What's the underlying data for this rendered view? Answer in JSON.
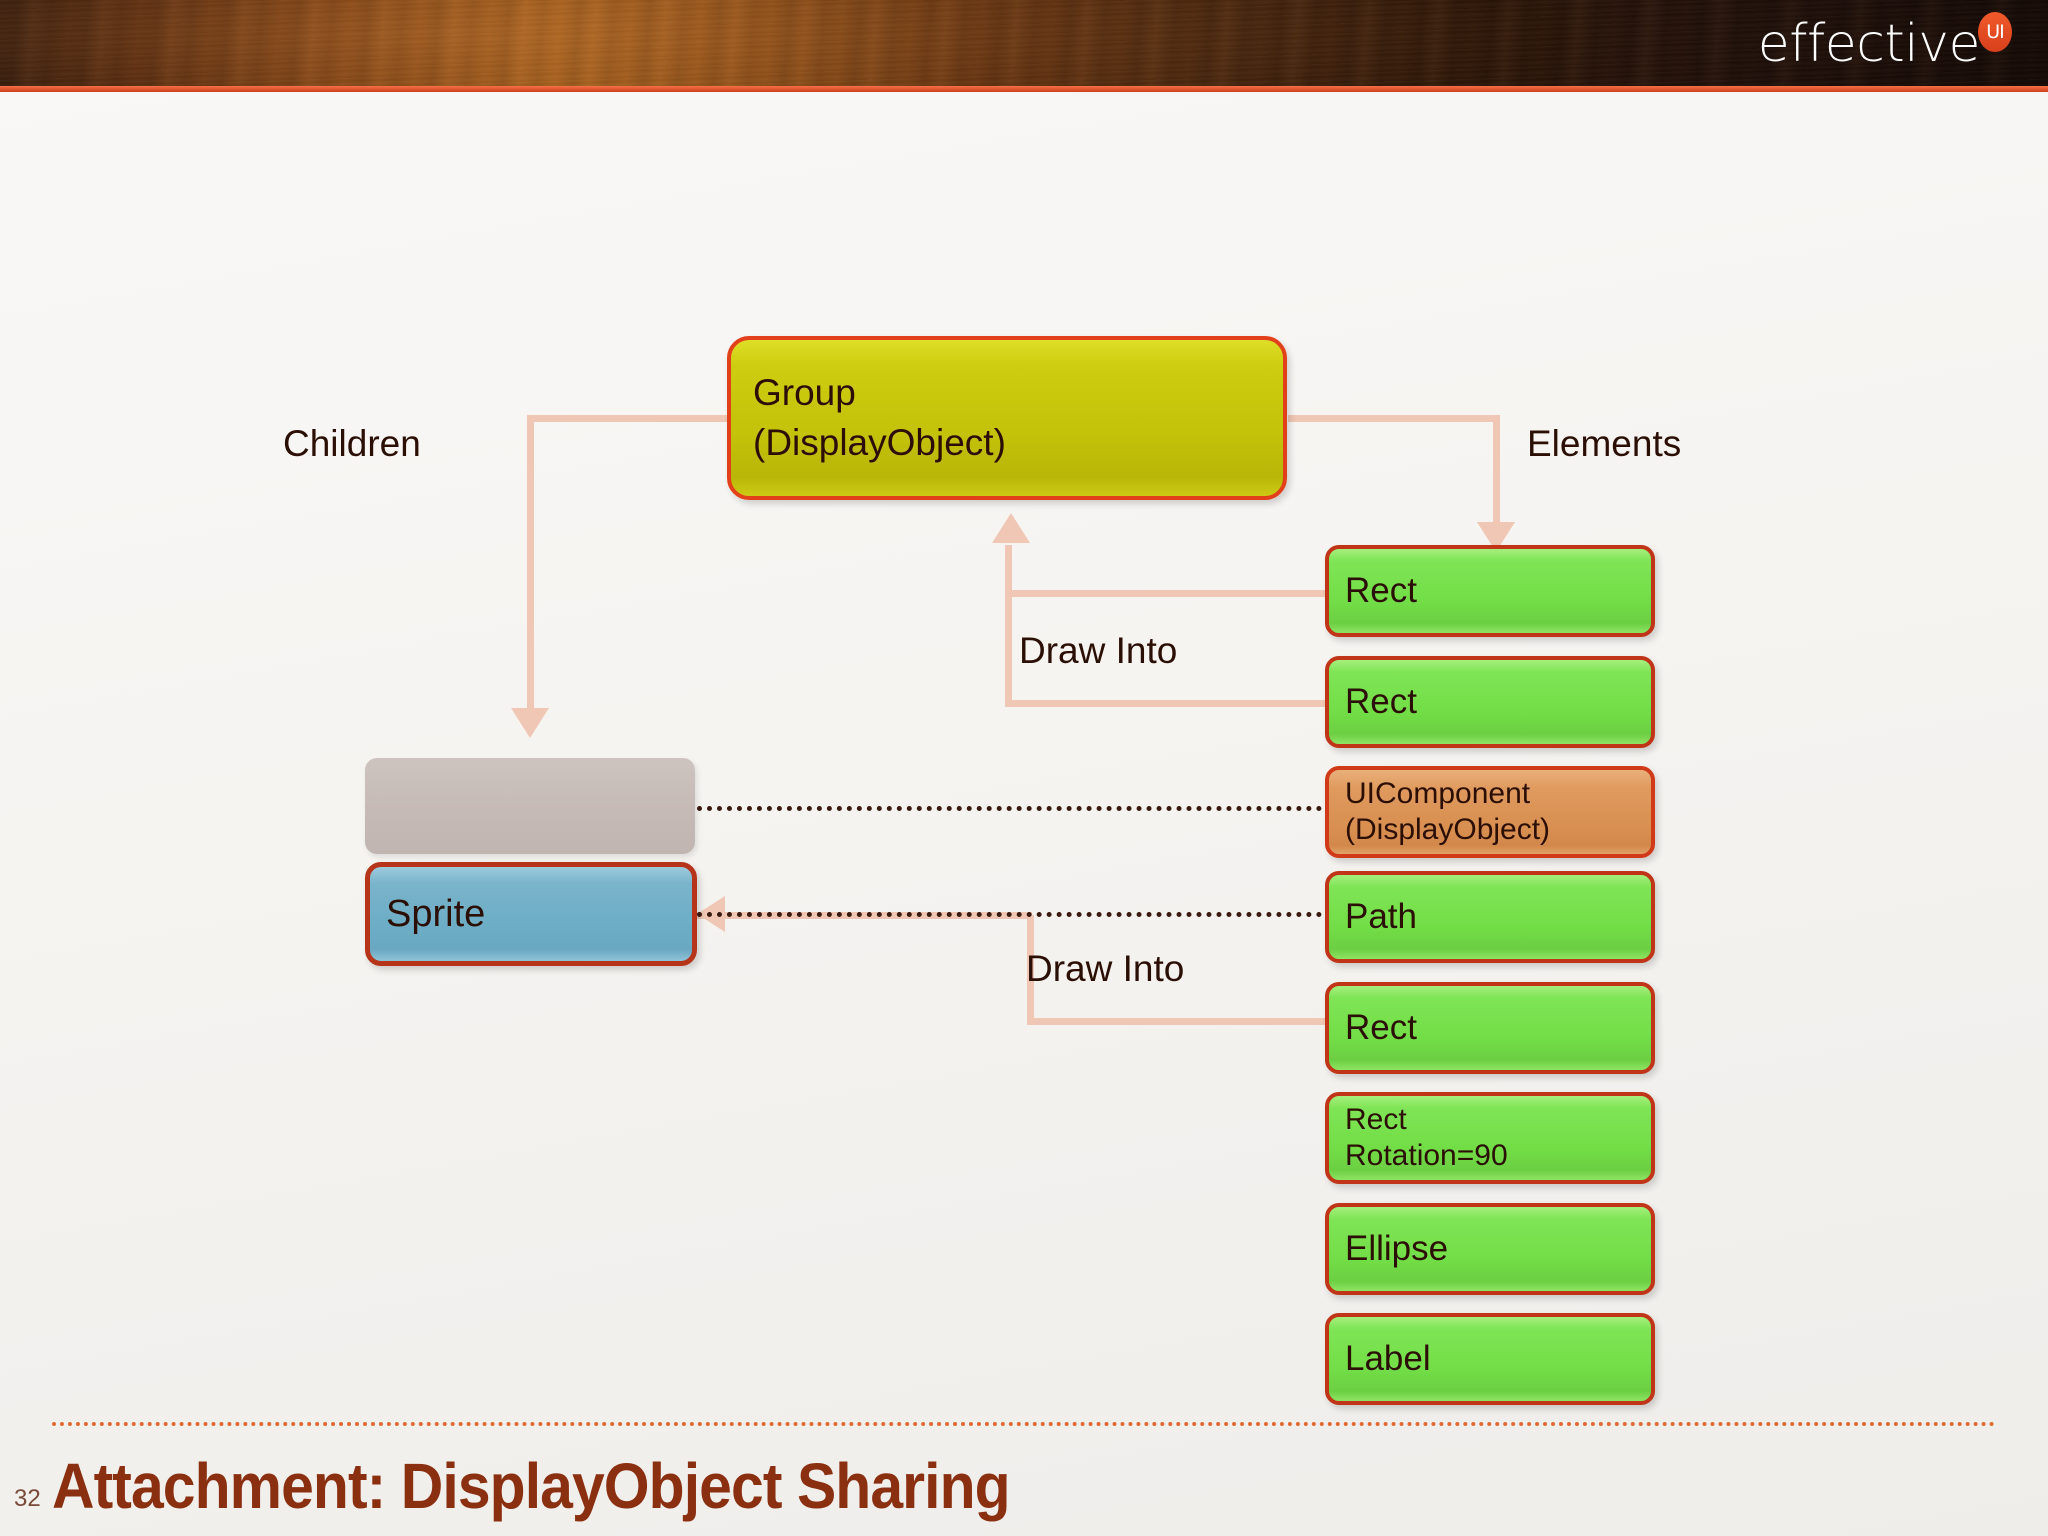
{
  "header": {
    "logo_text": "effective",
    "logo_badge": "UI",
    "logo_badge_name": "ui-badge"
  },
  "footer": {
    "slide_number": "32",
    "title": "Attachment: DisplayObject Sharing"
  },
  "diagram": {
    "labels": {
      "children": "Children",
      "elements": "Elements",
      "draw_into_1": "Draw Into",
      "draw_into_2": "Draw Into"
    },
    "group_box": {
      "line1": "Group",
      "line2": "(DisplayObject)"
    },
    "left_column": {
      "placeholder": "",
      "sprite": "Sprite"
    },
    "elements_list": [
      {
        "line1": "Rect",
        "line2": "",
        "color": "green"
      },
      {
        "line1": "Rect",
        "line2": "",
        "color": "green"
      },
      {
        "line1": "UIComponent",
        "line2": "(DisplayObject)",
        "color": "orange"
      },
      {
        "line1": "Path",
        "line2": "",
        "color": "green"
      },
      {
        "line1": "Rect",
        "line2": "",
        "color": "green"
      },
      {
        "line1": "Rect",
        "line2": "Rotation=90",
        "color": "green"
      },
      {
        "line1": "Ellipse",
        "line2": "",
        "color": "green"
      },
      {
        "line1": "Label",
        "line2": "",
        "color": "green"
      }
    ]
  },
  "colors": {
    "accent_rule": "#e0552b",
    "connector": "#f0c7b4",
    "green_fill": "#7fe556",
    "green_border": "#c03418",
    "yellow_fill": "#c4c209",
    "yellow_border": "#e2401a",
    "orange_fill": "#d88f50",
    "blue_fill": "#6dadc6",
    "gray_fill": "#c5bab6",
    "title_color": "#8a2f10",
    "text_color": "#2b0f05"
  }
}
